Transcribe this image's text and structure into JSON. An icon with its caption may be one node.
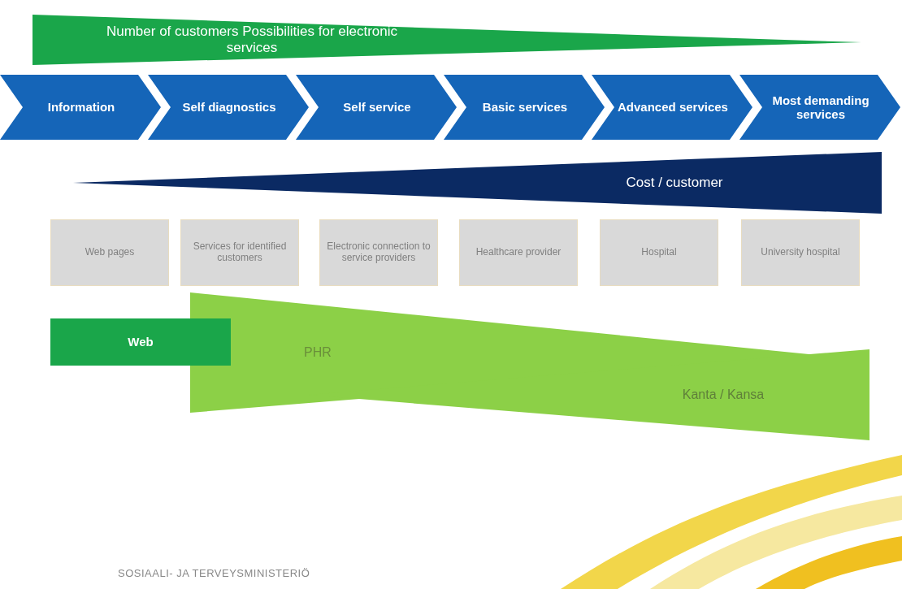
{
  "diagram": {
    "nodes": [
      {
        "text": [
          "Number of customers Possibilities for electronic services"
        ]
      },
      {
        "text": [
          "Information"
        ]
      },
      {
        "text": [
          "Self diagnostics"
        ]
      },
      {
        "text": [
          "Self service"
        ]
      },
      {
        "text": [
          "Basic services"
        ]
      },
      {
        "text": [
          "Advanced services"
        ]
      },
      {
        "text": [
          "Most demanding services"
        ]
      },
      {
        "text": [
          "Cost / customer"
        ]
      },
      {
        "text": [
          "Web pages"
        ]
      },
      {
        "text": [
          "Services for identified customers"
        ]
      },
      {
        "text": [
          "Electronic connection to service providers"
        ]
      },
      {
        "text": [
          "Healthcare provider"
        ]
      },
      {
        "text": [
          "Hospital"
        ]
      },
      {
        "text": [
          "University hospital"
        ]
      },
      {
        "text": [
          "Web"
        ]
      },
      {
        "text": [
          "PHR"
        ]
      },
      {
        "text": [
          "Kanta / Kansa"
        ]
      }
    ],
    "edges": [],
    "labels": [
      "SOSIAALI- JA TERVEYSMINISTERIÖ"
    ]
  }
}
